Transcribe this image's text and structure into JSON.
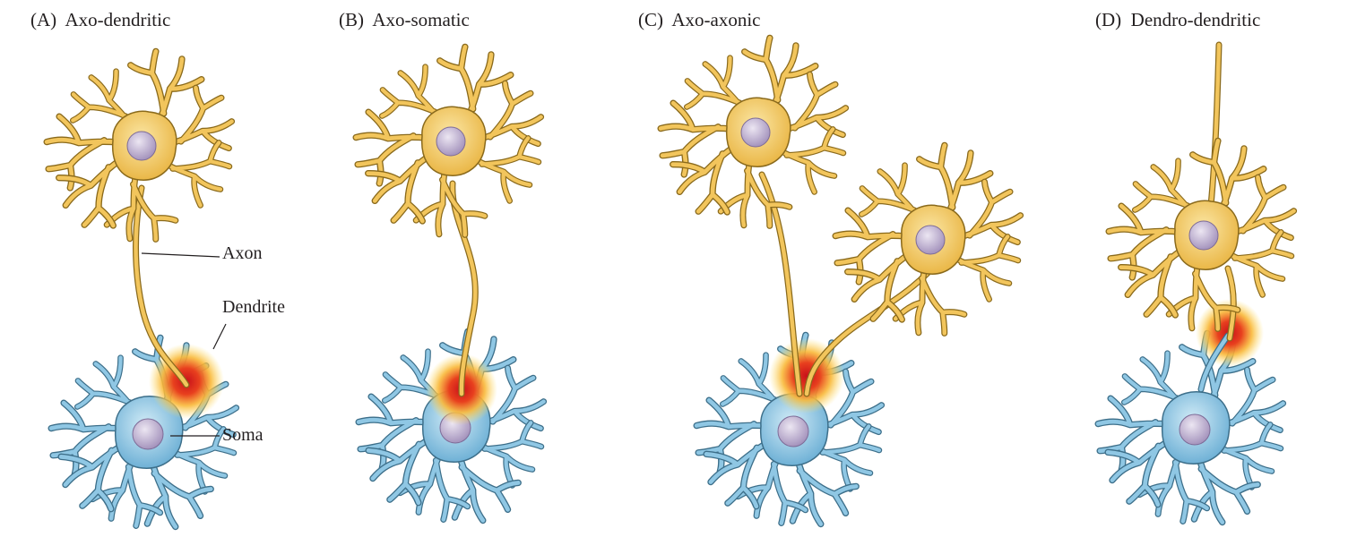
{
  "panels": [
    {
      "letter": "(A)",
      "title": "Axo-dendritic"
    },
    {
      "letter": "(B)",
      "title": "Axo-somatic"
    },
    {
      "letter": "(C)",
      "title": "Axo-axonic"
    },
    {
      "letter": "(D)",
      "title": "Dendro-dendritic"
    }
  ],
  "labels": {
    "axon": "Axon",
    "dendrite": "Dendrite",
    "soma": "Soma"
  },
  "colors": {
    "presynaptic_fill": "#f2c55c",
    "presynaptic_stroke": "#8a6a1c",
    "postsynaptic_fill": "#8fc7e4",
    "postsynaptic_stroke": "#3d6f8a",
    "nucleus": "#b7a8c9",
    "synapse_core": "#d8201f",
    "synapse_glow": "#fde06a"
  }
}
